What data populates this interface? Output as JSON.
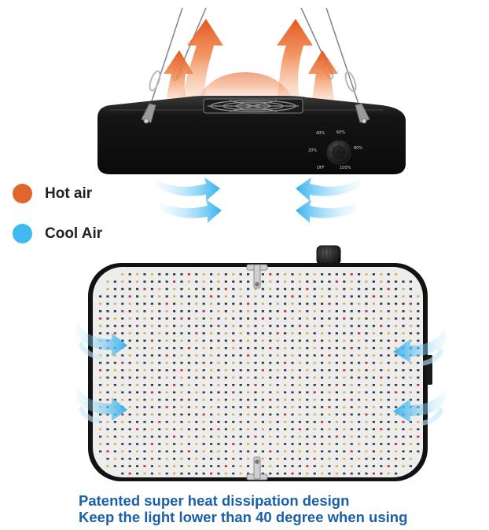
{
  "legend": {
    "hot": {
      "label": "Hot air",
      "color": "#e0662b"
    },
    "cool": {
      "label": "Cool Air",
      "color": "#3fb9f0"
    }
  },
  "dial": {
    "labels": [
      "40%",
      "60%",
      "20%",
      "80%",
      "OFF",
      "100%"
    ]
  },
  "caption": {
    "line1": "Patented super heat dissipation design",
    "line2": "Keep the light lower than 40 degree when using",
    "color": "#1a5fa8"
  },
  "colors": {
    "housing": "#111111",
    "panel": "#ededed",
    "led_white": "#ffffff",
    "led_warm": "#d9b15b",
    "led_red": "#c9303a"
  },
  "icons": {
    "hot": "hot-air-arrow-icon",
    "cool": "cool-air-arrow-icon",
    "fan": "fan-grille-icon",
    "dial": "dimmer-knob-icon"
  }
}
